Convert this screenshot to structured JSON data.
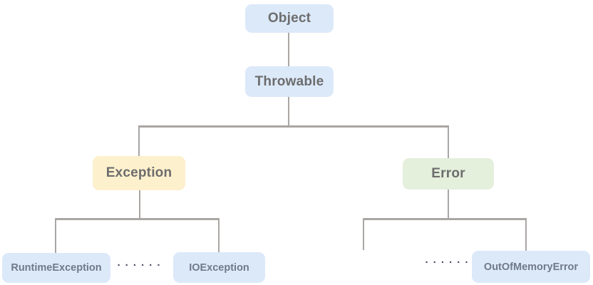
{
  "diagram": {
    "type": "class-hierarchy-tree",
    "nodes": {
      "object": {
        "label": "Object"
      },
      "throwable": {
        "label": "Throwable"
      },
      "exception": {
        "label": "Exception"
      },
      "error": {
        "label": "Error"
      },
      "runtime_exception": {
        "label": "RuntimeException"
      },
      "io_exception": {
        "label": "IOException"
      },
      "out_of_memory_error": {
        "label": "OutOfMemoryError"
      }
    },
    "ellipsis": {
      "left": "......",
      "right": "......"
    },
    "edges": [
      {
        "from": "Object",
        "to": "Throwable"
      },
      {
        "from": "Throwable",
        "to": "Exception"
      },
      {
        "from": "Throwable",
        "to": "Error"
      },
      {
        "from": "Exception",
        "to": "RuntimeException"
      },
      {
        "from": "Exception",
        "to": "IOException"
      },
      {
        "from": "Error",
        "to": "(unlabeled stub)"
      },
      {
        "from": "Error",
        "to": "OutOfMemoryError"
      }
    ],
    "colors": {
      "background": "#ffffff",
      "node_blue_bg": "#dce9f9",
      "exception_bg": "#fdf0cd",
      "error_bg": "#e4efdc",
      "connector": "#a9a6a4",
      "heading_text": "#6d6d6d",
      "leaf_text": "#70798a",
      "ellipsis": "#454f63"
    }
  }
}
